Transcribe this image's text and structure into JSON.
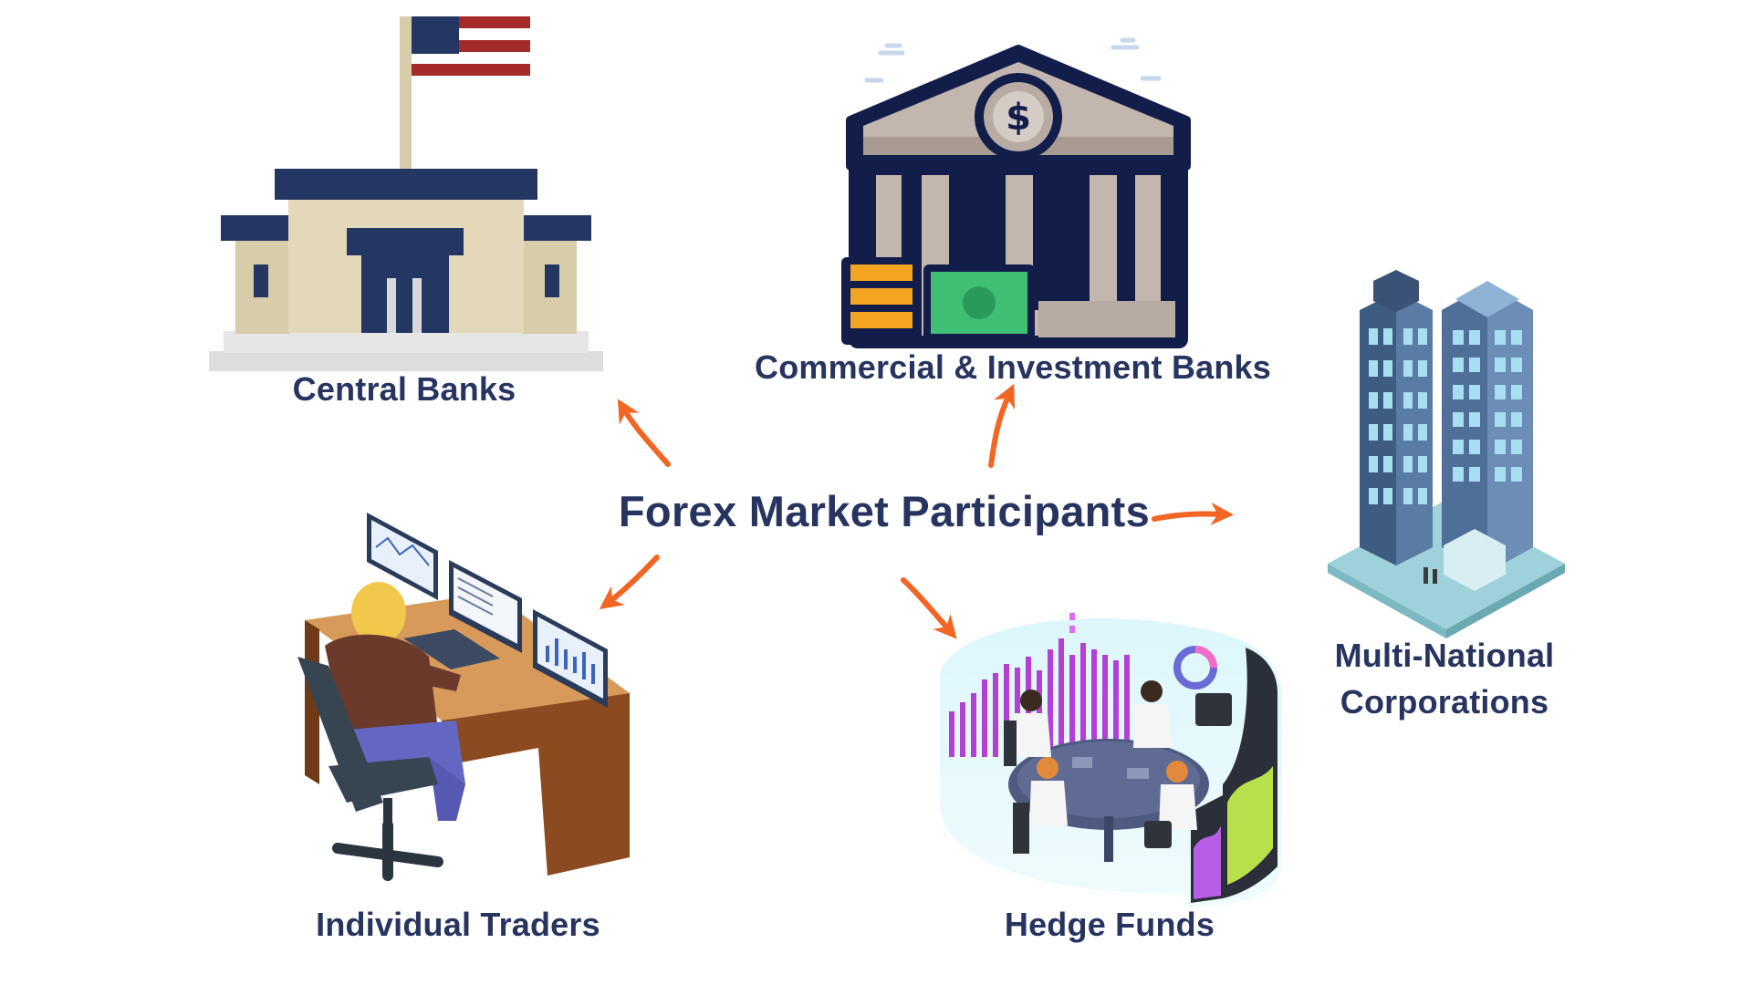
{
  "diagram": {
    "center_label": "Forex Market Participants",
    "participants": {
      "central_banks": "Central Banks",
      "commercial_banks": "Commercial & Investment Banks",
      "multinational": [
        "Multi-National",
        "Corporations"
      ],
      "individual_traders": "Individual Traders",
      "hedge_funds": "Hedge Funds"
    },
    "icons": {
      "central_banks": "government-building-icon",
      "commercial_banks": "bank-dollar-icon",
      "multinational": "skyscrapers-icon",
      "individual_traders": "trader-desk-icon",
      "hedge_funds": "meeting-dashboard-icon"
    },
    "colors": {
      "text": "#27345f",
      "arrow": "#f26522",
      "navy": "#243763",
      "beige": "#d9ccaa"
    }
  }
}
